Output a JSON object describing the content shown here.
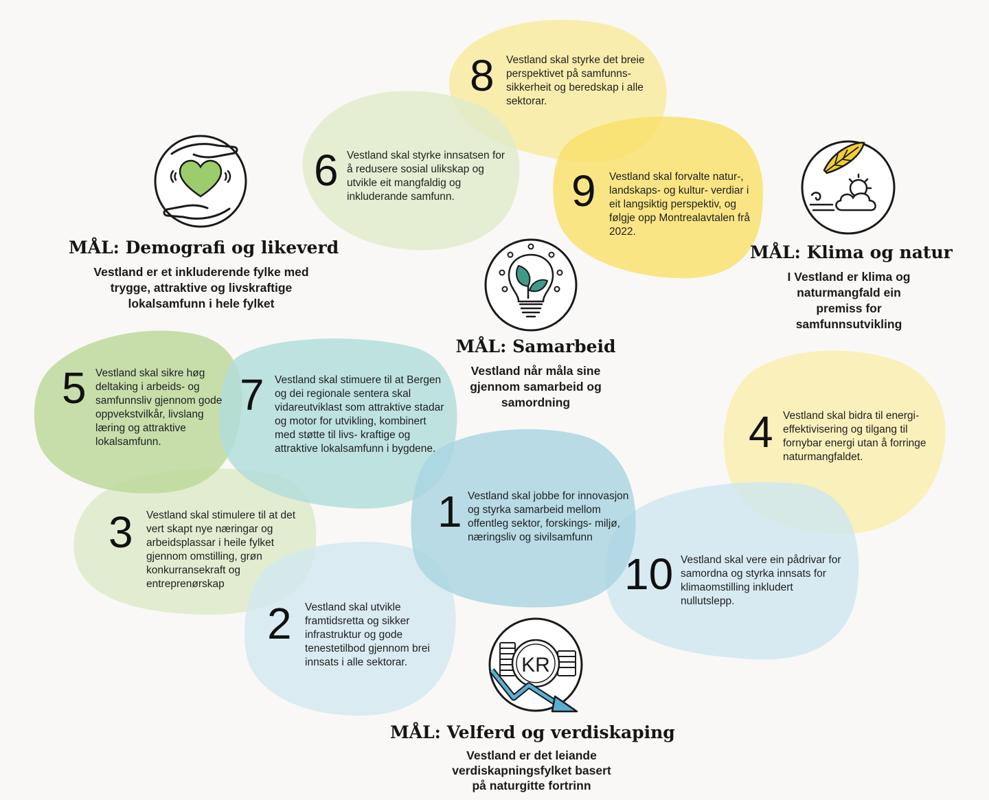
{
  "goals": [
    {
      "number": "1",
      "text": "Vestland skal jobbe for innovasjon og styrka samarbeid mellom offentleg sektor, forskings- miljø, næringsliv og sivilsamfunn",
      "color": "#a9d4e2"
    },
    {
      "number": "2",
      "text": "Vestland skal utvikle framtidsretta og sikker infrastruktur og gode tenestetilbod gjennom brei innsats i alle sektorar.",
      "color": "#d3e8ef"
    },
    {
      "number": "3",
      "text": "Vestland skal stimulere til at det vert skapt nye næringar og arbeidsplassar i heile fylket gjennom omstilling, grøn konkurransekraft og entreprenørskap",
      "color": "#dde9c8"
    },
    {
      "number": "4",
      "text": "Vestland skal bidra til energi- effektivisering og tilgang til fornybar energi utan å forringe naturmangfaldet.",
      "color": "#faeead"
    },
    {
      "number": "5",
      "text": "Vestland skal sikre høg deltaking i arbeids- og samfunnsliv gjennom gode oppvekstvilkår, livslang læring og attraktive lokalsamfunn.",
      "color": "#bcd89a"
    },
    {
      "number": "6",
      "text": "Vestland skal styrke innsatsen for å redusere sosial ulikskap og utvikle eit mangfaldig og inkluderande samfunn.",
      "color": "#e1eccb"
    },
    {
      "number": "7",
      "text": "Vestland skal stimuere til at Bergen og dei regionale sentera skal vidareutviklast som attraktive stadar og motor for utvikling, kombinert med støtte til livs- kraftige og attraktive lokalsamfunn i bygdene.",
      "color": "#b1ddda"
    },
    {
      "number": "8",
      "text": "Vestland skal styrke det breie perspektivet på samfunns- sikkerheit og beredskap i alle sektorar.",
      "color": "#f9ea9d"
    },
    {
      "number": "9",
      "text": "Vestland skal forvalte natur-, landskaps- og kultur- verdiar i eit langsiktig perspektiv, og følgje opp Montrealavtalen frå 2022.",
      "color": "#f9e06a"
    },
    {
      "number": "10",
      "text": "Vestland skal vere ein pådrivar for samordna og styrka innsats for klimaomstilling inkludert nullutslepp.",
      "color": "#cfe6ef"
    }
  ],
  "aims": {
    "demografi": {
      "title": "MÅL: Demografi og likeverd",
      "desc": "Vestland er et inkluderende fylke med trygge, attraktive og livskraftige lokalsamfunn i hele fylket"
    },
    "klima": {
      "title": "MÅL: Klima og natur",
      "desc": "I Vestland er klima og naturmangfald ein premiss for samfunnsutvikling"
    },
    "samarbeid": {
      "title": "MÅL: Samarbeid",
      "desc": "Vestland når måla sine gjennom samarbeid og samordning"
    },
    "velferd": {
      "title": "MÅL: Velferd og verdiskaping",
      "desc": "Vestland er det leiande verdiskapningsfylket basert på naturgitte fortrinn",
      "icon_text": "KR"
    }
  },
  "icons": {
    "demografi": "heart-in-hands-icon",
    "klima": "leaf-sun-cloud-icon",
    "samarbeid": "lightbulb-leaves-icon",
    "velferd": "coins-downward-arrow-icon"
  },
  "colors": {
    "green_heart": "#9ccc6b",
    "leaf_yellow": "#f4cf32",
    "leaf_teal": "#3f9a8a",
    "arrow_blue": "#5aaed6"
  }
}
